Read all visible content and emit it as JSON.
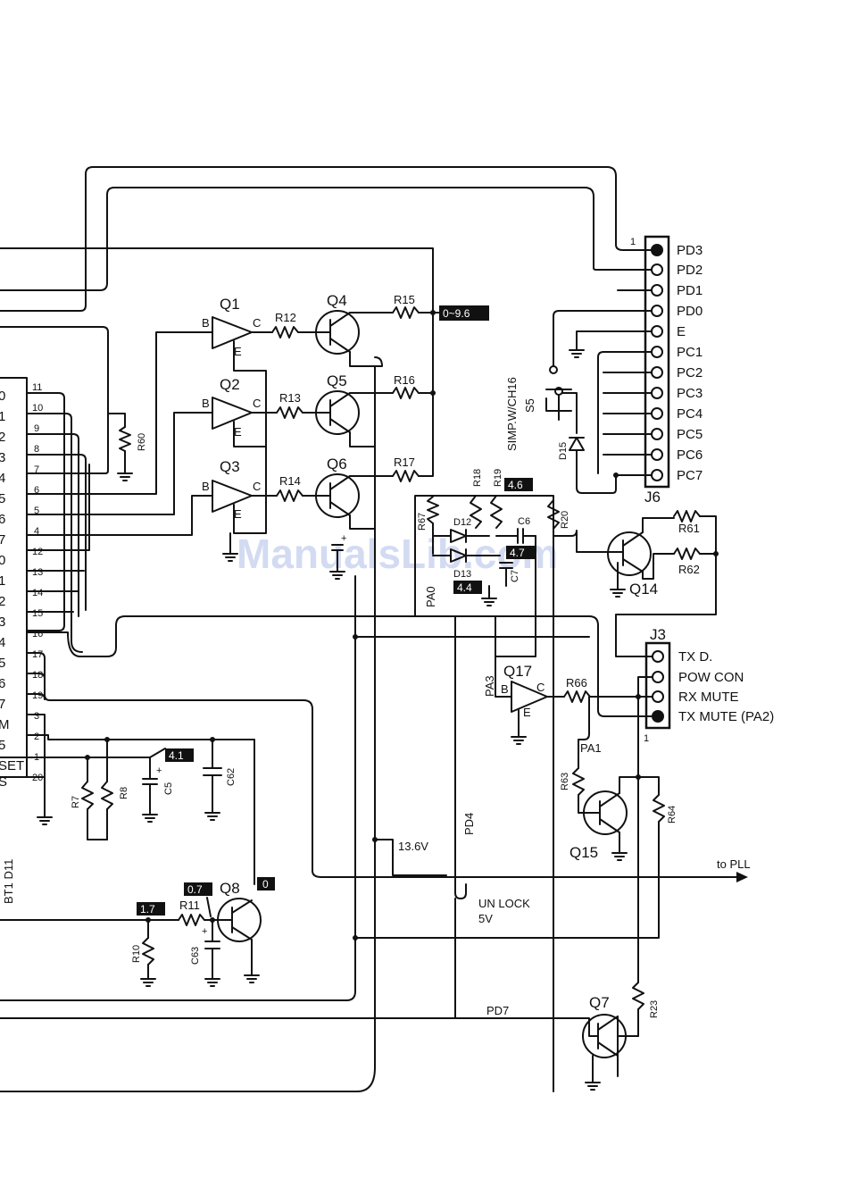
{
  "watermark": "ManualsLib.com",
  "transistors": {
    "q1": "Q1",
    "q2": "Q2",
    "q3": "Q3",
    "q4": "Q4",
    "q5": "Q5",
    "q6": "Q6",
    "q7": "Q7",
    "q8": "Q8",
    "q14": "Q14",
    "q15": "Q15",
    "q17": "Q17"
  },
  "resistors": {
    "r7": "R7",
    "r8": "R8",
    "r10": "R10",
    "r11": "R11",
    "r12": "R12",
    "r13": "R13",
    "r14": "R14",
    "r15": "R15",
    "r16": "R16",
    "r17": "R17",
    "r18": "R18",
    "r19": "R19",
    "r20": "R20",
    "r23": "R23",
    "r60": "R60",
    "r61": "R61",
    "r62": "R62",
    "r63": "R63",
    "r64": "R64",
    "r66": "R66",
    "r67": "R67"
  },
  "capacitors": {
    "c5": "C5",
    "c6": "C6",
    "c7": "C7",
    "c62": "C62",
    "c63": "C63"
  },
  "diodes": {
    "d12": "D12",
    "d13": "D13",
    "d15": "D15"
  },
  "pin_letters": {
    "b": "B",
    "c": "C",
    "e": "E"
  },
  "connectors": {
    "j6": {
      "name": "J6",
      "pin1": "1",
      "pins": [
        "PD3",
        "PD2",
        "PD1",
        "PD0",
        "E",
        "PC1",
        "PC2",
        "PC3",
        "PC4",
        "PC5",
        "PC6",
        "PC7"
      ]
    },
    "j3": {
      "name": "J3",
      "pin1": "1",
      "pins": [
        "TX D.",
        "POW CON",
        "RX MUTE",
        "TX MUTE (PA2)"
      ]
    }
  },
  "ic": {
    "pin_numbers": [
      "11",
      "10",
      "9",
      "8",
      "7",
      "6",
      "5",
      "4",
      "12",
      "13",
      "14",
      "15",
      "16",
      "17",
      "18",
      "19",
      "3",
      "2",
      "1",
      "20"
    ],
    "edge_labels": [
      "0",
      "1",
      "2",
      "3",
      "4",
      "5",
      "6",
      "7",
      "0",
      "1",
      "2",
      "3",
      "4",
      "5",
      "6",
      "7",
      "M",
      "5",
      "SET",
      "S"
    ],
    "bottom_text": "BT1 D11"
  },
  "signals": {
    "pa0": "PA0",
    "pa1": "PA1",
    "pa3": "PA3",
    "pd4": "PD4",
    "pd7": "PD7",
    "v136": "13.6V",
    "to_pll": "to PLL",
    "unlock": "UN LOCK",
    "unlock_v": "5V"
  },
  "switch": {
    "name": "SIMP.W/CH16",
    "ref": "S5"
  },
  "voltages": {
    "v_0_96": "0~9.6",
    "v_46": "4.6",
    "v_47": "4.7",
    "v_44": "4.4",
    "v_41": "4.1",
    "v_07": "0.7",
    "v_0": "0",
    "v_17": "1.7"
  },
  "edge_mark": "—"
}
